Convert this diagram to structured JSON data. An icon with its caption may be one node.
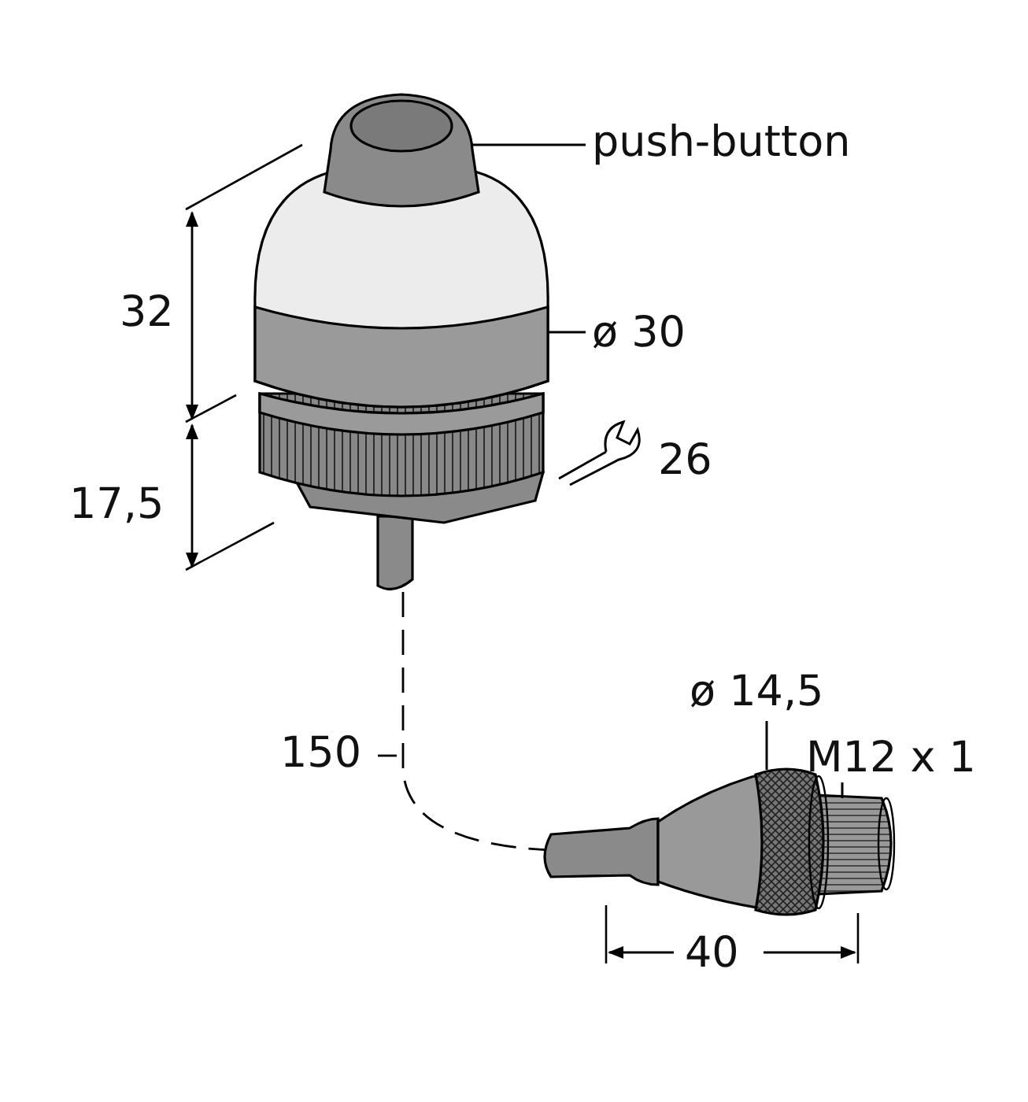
{
  "diagram": {
    "nodes": [
      {
        "text": [
          "push-button"
        ]
      },
      {
        "text": [],
        "shape": "picture"
      },
      {
        "text": [
          "ø 30"
        ]
      },
      {
        "text": [],
        "shape": "picture"
      },
      {
        "text": [
          "ø 14,5"
        ]
      },
      {
        "text": [],
        "shape": "cylinder"
      },
      {
        "text": [
          "M12 x 1"
        ]
      },
      {
        "text": [],
        "shape": "cylinder"
      }
    ],
    "edges": [
      {
        "from": 0,
        "to": 1,
        "arrow": "none"
      },
      {
        "from": 2,
        "to": 3,
        "arrow": "none"
      },
      {
        "from": 4,
        "to": 5,
        "arrow": "none"
      },
      {
        "from": 6,
        "to": 7,
        "arrow": "none"
      }
    ],
    "labels": [
      "32",
      "17,5",
      "26",
      "150",
      "40"
    ]
  }
}
